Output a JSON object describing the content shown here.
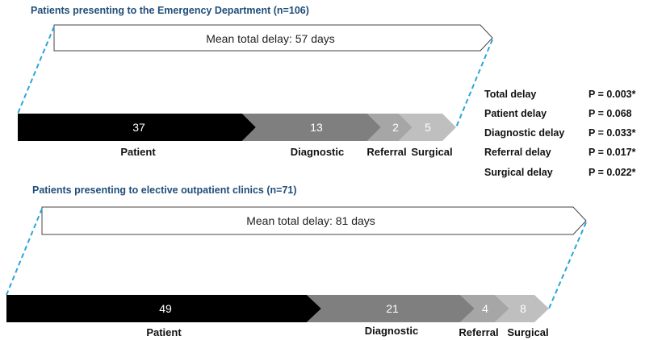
{
  "colors": {
    "title": "#1f4e79",
    "dash": "#2aa6d8",
    "patient": "#000000",
    "diagnostic": "#7f7f7f",
    "referral": "#a6a6a6",
    "surgical": "#bfbfbf"
  },
  "ed": {
    "title": "Patients presenting to the Emergency Department (n=106)",
    "mean_label": "Mean total delay: 57 days",
    "segments": [
      {
        "value": "37",
        "label": "Patient"
      },
      {
        "value": "13",
        "label": "Diagnostic"
      },
      {
        "value": "2",
        "label": "Referral"
      },
      {
        "value": "5",
        "label": "Surgical"
      }
    ]
  },
  "op": {
    "title": "Patients presenting to elective outpatient clinics (n=71)",
    "mean_label": "Mean total delay: 81 days",
    "segments": [
      {
        "value": "49",
        "label": "Patient"
      },
      {
        "value": "21",
        "label": "Diagnostic"
      },
      {
        "value": "4",
        "label": "Referral"
      },
      {
        "value": "8",
        "label": "Surgical"
      }
    ]
  },
  "stats": [
    {
      "name": "Total delay",
      "p": "P = 0.003*"
    },
    {
      "name": "Patient delay",
      "p": "P = 0.068"
    },
    {
      "name": "Diagnostic delay",
      "p": "P = 0.033*"
    },
    {
      "name": "Referral delay",
      "p": "P = 0.017*"
    },
    {
      "name": "Surgical delay",
      "p": "P = 0.022*"
    }
  ]
}
